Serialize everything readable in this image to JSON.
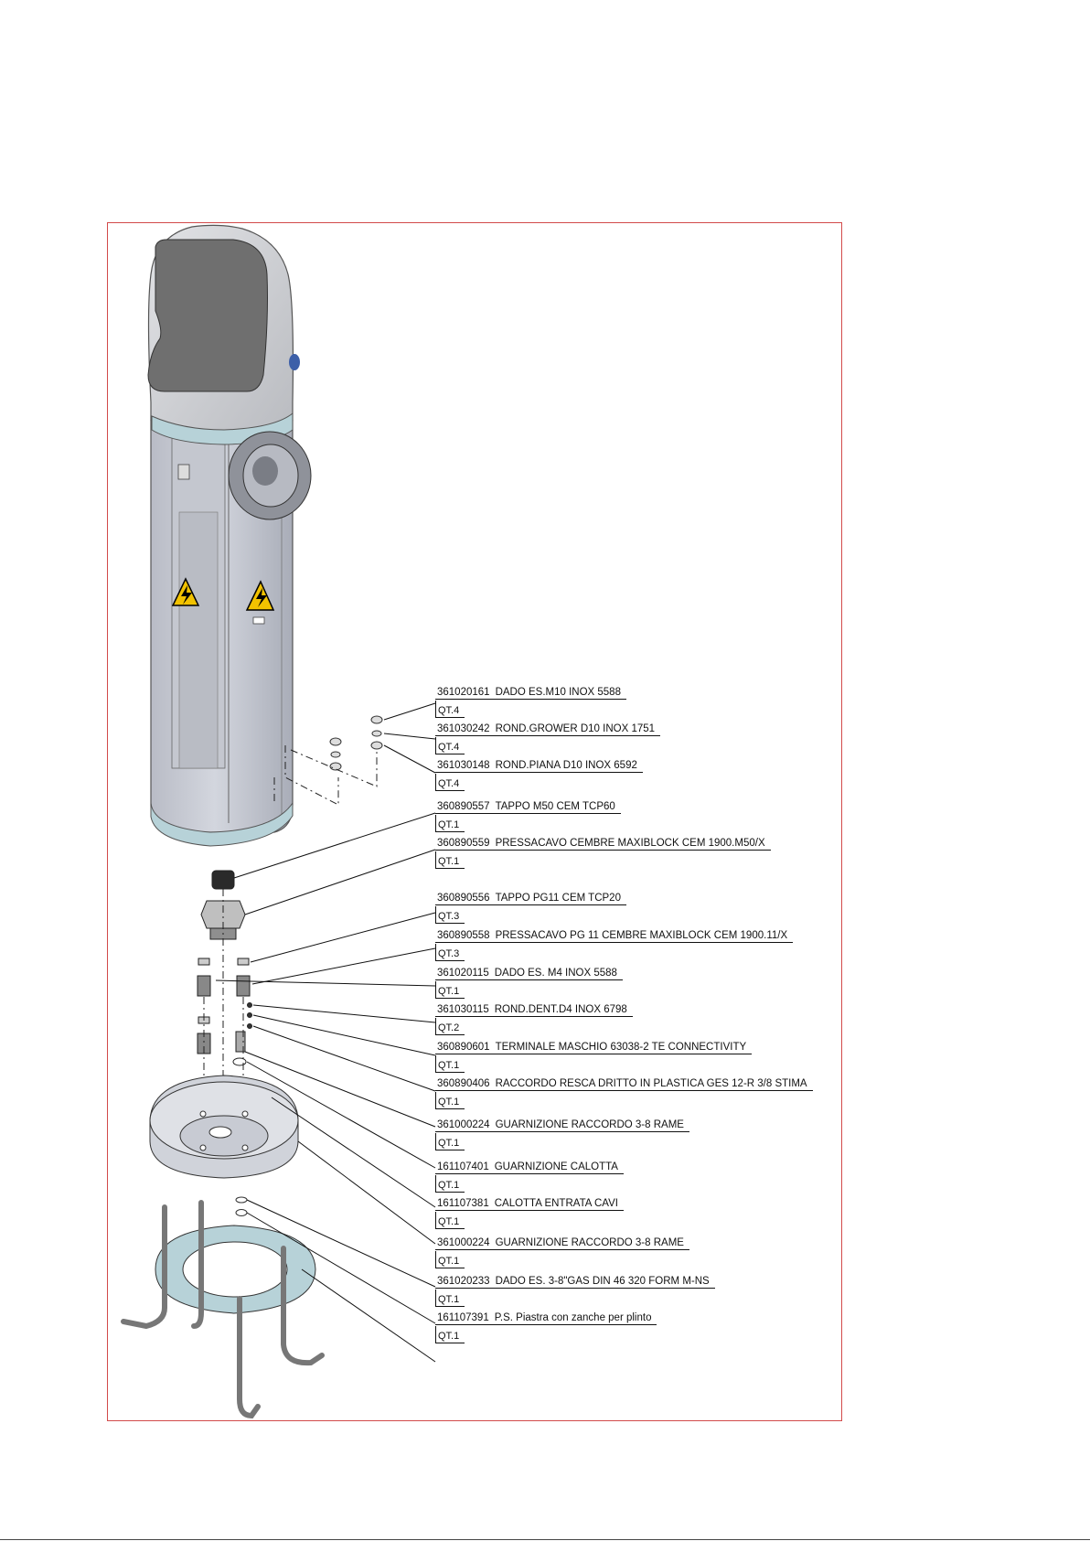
{
  "parts": [
    {
      "code": "361020161",
      "description": "DADO ES.M10 INOX 5588",
      "qty": "QT.4"
    },
    {
      "code": "361030242",
      "description": "ROND.GROWER D10 INOX 1751",
      "qty": "QT.4"
    },
    {
      "code": "361030148",
      "description": "ROND.PIANA D10 INOX 6592",
      "qty": "QT.4"
    },
    {
      "code": "360890557",
      "description": "TAPPO M50 CEM TCP60",
      "qty": "QT.1"
    },
    {
      "code": "360890559",
      "description": "PRESSACAVO CEMBRE MAXIBLOCK CEM 1900.M50/X",
      "qty": "QT.1"
    },
    {
      "code": "360890556",
      "description": "TAPPO PG11 CEM TCP20",
      "qty": "QT.3"
    },
    {
      "code": "360890558",
      "description": "PRESSACAVO PG 11 CEMBRE MAXIBLOCK CEM 1900.11/X",
      "qty": "QT.3"
    },
    {
      "code": "361020115",
      "description": "DADO ES. M4 INOX 5588",
      "qty": "QT.1"
    },
    {
      "code": "361030115",
      "description": "ROND.DENT.D4 INOX 6798",
      "qty": "QT.2"
    },
    {
      "code": "360890601",
      "description": "TERMINALE MASCHIO 63038-2 TE CONNECTIVITY",
      "qty": "QT.1"
    },
    {
      "code": "360890406",
      "description": "RACCORDO RESCA DRITTO IN PLASTICA GES 12-R 3/8 STIMA",
      "qty": "QT.1"
    },
    {
      "code": "361000224",
      "description": "GUARNIZIONE RACCORDO 3-8 RAME",
      "qty": "QT.1"
    },
    {
      "code": "161107401",
      "description": "GUARNIZIONE CALOTTA",
      "qty": "QT.1"
    },
    {
      "code": "161107381",
      "description": "CALOTTA ENTRATA CAVI",
      "qty": "QT.1"
    },
    {
      "code": "361000224",
      "description": "GUARNIZIONE RACCORDO 3-8 RAME",
      "qty": "QT.1"
    },
    {
      "code": "361020233",
      "description": "DADO ES. 3-8\"GAS DIN 46 320 FORM M-NS",
      "qty": "QT.1"
    },
    {
      "code": "161107391",
      "description": "P.S. Piastra con zanche per plinto",
      "qty": "QT.1"
    }
  ],
  "colors": {
    "frame": "#d24a4a",
    "column": "#c9ccd4",
    "cap": "#d6d7db",
    "display": "#6f6f6f",
    "warning": "#f2c200"
  }
}
